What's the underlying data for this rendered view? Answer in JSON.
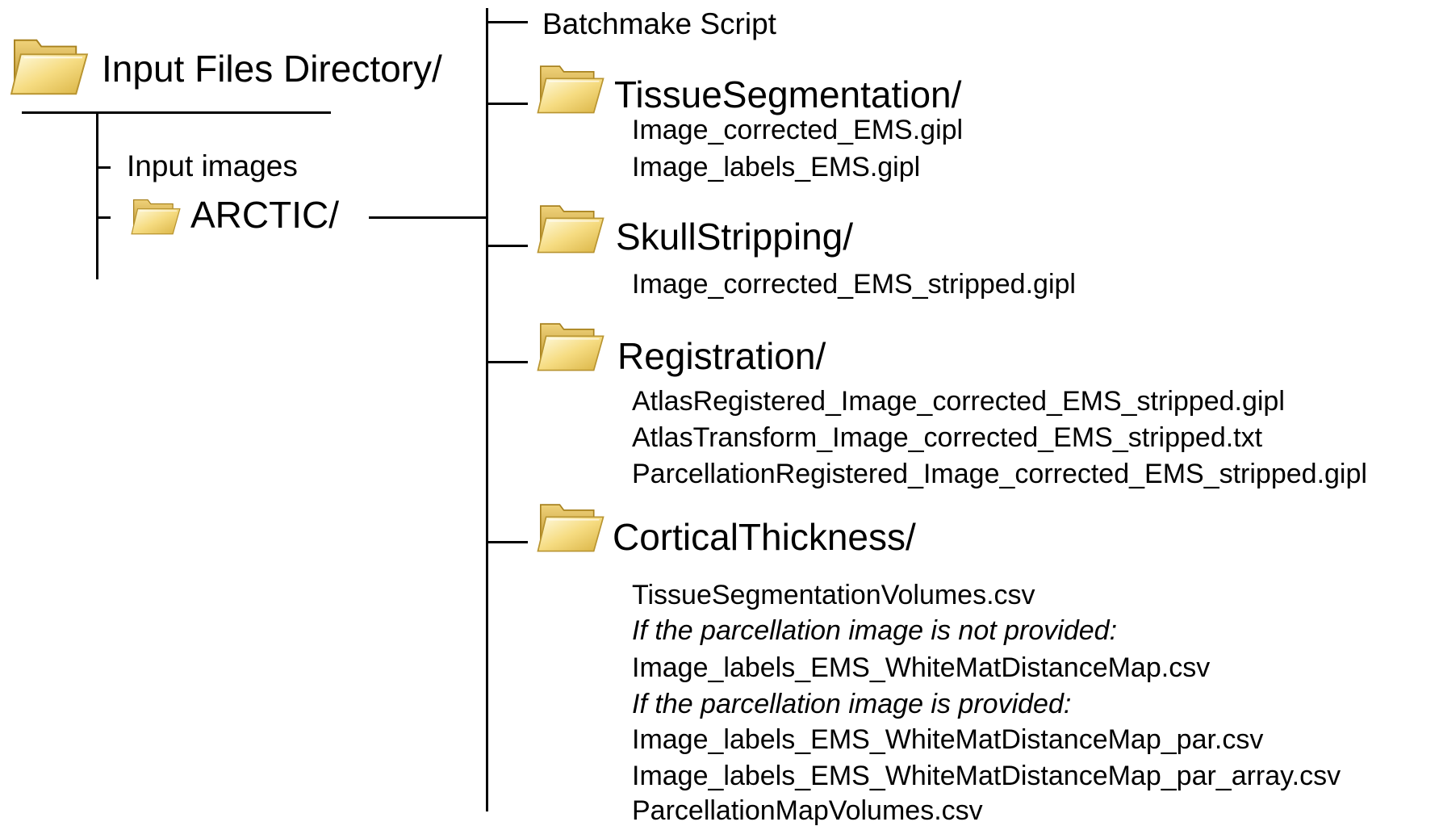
{
  "root": {
    "label": "Input Files Directory/",
    "children": {
      "input_images": "Input images",
      "arctic": "ARCTIC/"
    }
  },
  "arctic": {
    "batchmake": "Batchmake Script",
    "folders": [
      {
        "name": "TissueSegmentation/",
        "files": [
          "Image_corrected_EMS.gipl",
          "Image_labels_EMS.gipl"
        ]
      },
      {
        "name": "SkullStripping/",
        "files": [
          "Image_corrected_EMS_stripped.gipl"
        ]
      },
      {
        "name": "Registration/",
        "files": [
          "AtlasRegistered_Image_corrected_EMS_stripped.gipl",
          "AtlasTransform_Image_corrected_EMS_stripped.txt",
          "ParcellationRegistered_Image_corrected_EMS_stripped.gipl"
        ]
      },
      {
        "name": "CorticalThickness/",
        "files": [
          "TissueSegmentationVolumes.csv",
          "If the parcellation image is not provided:",
          "Image_labels_EMS_WhiteMatDistanceMap.csv",
          "If the parcellation image is provided:",
          "Image_labels_EMS_WhiteMatDistanceMap_par.csv",
          "Image_labels_EMS_WhiteMatDistanceMap_par_array.csv",
          "ParcellationMapVolumes.csv"
        ]
      }
    ]
  },
  "icons": {
    "folder": "folder-icon"
  },
  "colors": {
    "folder_light": "#fff3b0",
    "folder_mid": "#f2d16b",
    "folder_dark": "#c9a232",
    "line": "#000000"
  }
}
